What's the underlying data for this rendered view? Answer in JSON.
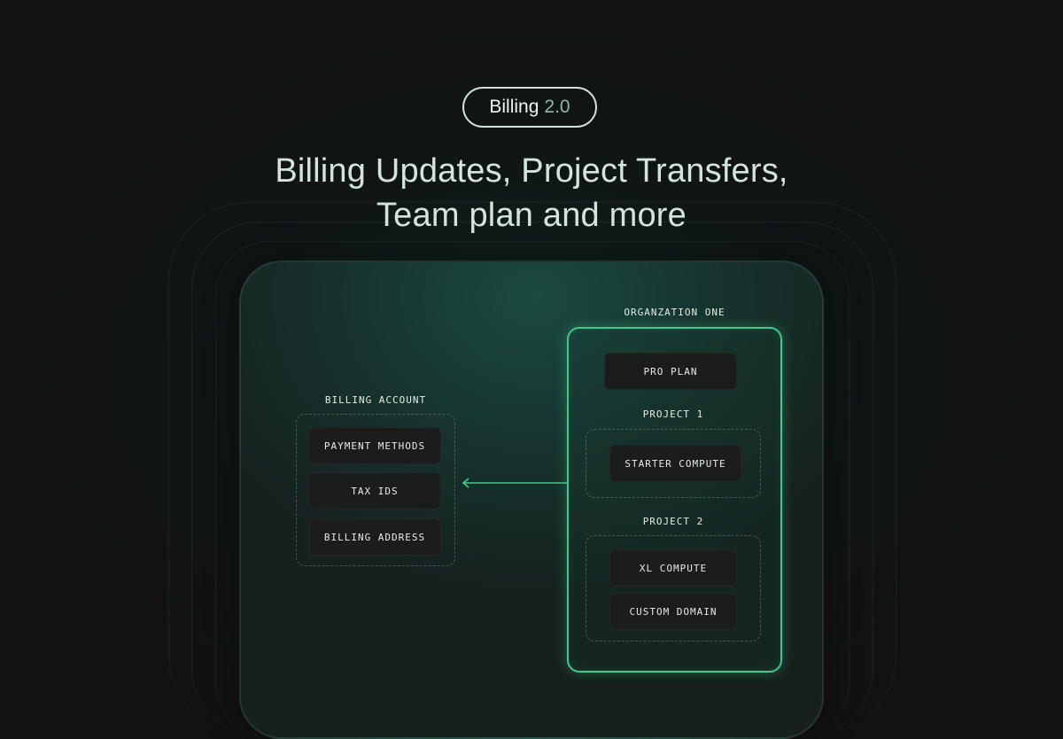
{
  "badge": {
    "label": "Billing",
    "version": "2.0"
  },
  "headline": {
    "line1": "Billing Updates, Project Transfers,",
    "line2": "Team plan and more"
  },
  "billing_account": {
    "title": "BILLING ACCOUNT",
    "items": [
      "PAYMENT METHODS",
      "TAX IDS",
      "BILLING ADDRESS"
    ]
  },
  "organization": {
    "title": "ORGANZATION ONE",
    "plan": "PRO PLAN",
    "projects": [
      {
        "title": "PROJECT 1",
        "items": [
          "STARTER COMPUTE"
        ]
      },
      {
        "title": "PROJECT 2",
        "items": [
          "XL COMPUTE",
          "CUSTOM DOMAIN"
        ]
      }
    ]
  },
  "colors": {
    "accent": "#3fc98a",
    "background": "#121212",
    "chip": "#1b1d1c"
  }
}
